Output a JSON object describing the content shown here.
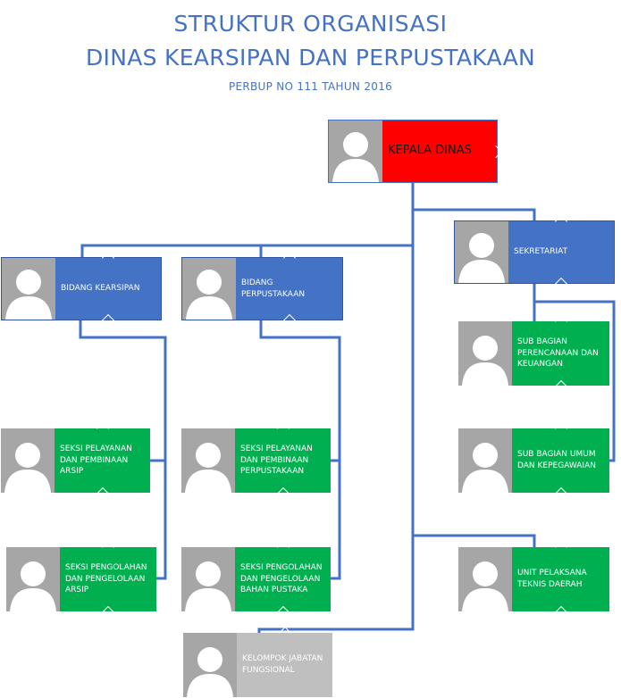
{
  "title": {
    "line1": "STRUKTUR ORGANISASI",
    "line2": "DINAS KEARSIPAN DAN PERPUSTAKAAN",
    "subtitle": "PERBUP NO 111 TAHUN 2016"
  },
  "colors": {
    "title": "#4472c4",
    "head": "#ff0000",
    "bidang": "#4472c4",
    "seksi": "#00b050",
    "fungsional": "#bfbfbf",
    "connector": "#4472c4",
    "photo": "#a6a6a6"
  },
  "nodes": {
    "kepala_dinas": "KEPALA DINAS",
    "sekretariat": "SEKRETARIAT",
    "bidang_kearsipan": "BIDANG KEARSIPAN",
    "bidang_perpustakaan": "BIDANG PERPUSTAKAAN",
    "subbag_perencanaan": "SUB BAGIAN PERENCANAAN DAN KEUANGAN",
    "subbag_umum": "SUB BAGIAN UMUM DAN KEPEGAWAIAN",
    "seksi_pelayanan_arsip": "SEKSI PELAYANAN DAN PEMBINAAN ARSIP",
    "seksi_pelayanan_perpus": "SEKSI PELAYANAN DAN PEMBINAAN PERPUSTAKAAN",
    "seksi_pengolahan_arsip": "SEKSI PENGOLAHAN DAN PENGELOLAAN ARSIP",
    "seksi_pengolahan_perpus": "SEKSI PENGOLAHAN DAN PENGELOLAAN BAHAN PUSTAKA",
    "upt_daerah": "UNIT PELAKSANA TEKNIS DAERAH",
    "kelompok_fungsional": "KELOMPOK JABATAN FUNGSIONAL"
  }
}
